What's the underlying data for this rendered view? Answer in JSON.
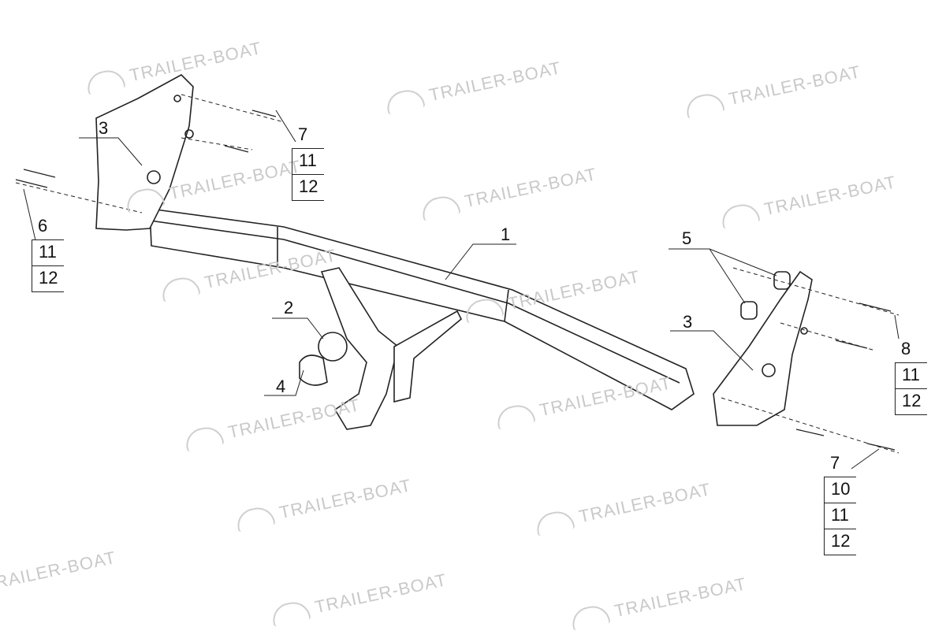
{
  "watermark": "TRAILER-BOAT",
  "labels": {
    "beam": "1",
    "ball": "2",
    "bracket_left": "3",
    "bracket_right": "3",
    "socket": "4",
    "spacers": "5"
  },
  "callouts": {
    "left_bolts": [
      "6",
      "11",
      "12"
    ],
    "top_bolts": [
      "7",
      "11",
      "12"
    ],
    "right_bolts_upper": [
      "8",
      "11",
      "12"
    ],
    "right_bolts_lower": [
      "7",
      "10",
      "11",
      "12"
    ]
  }
}
